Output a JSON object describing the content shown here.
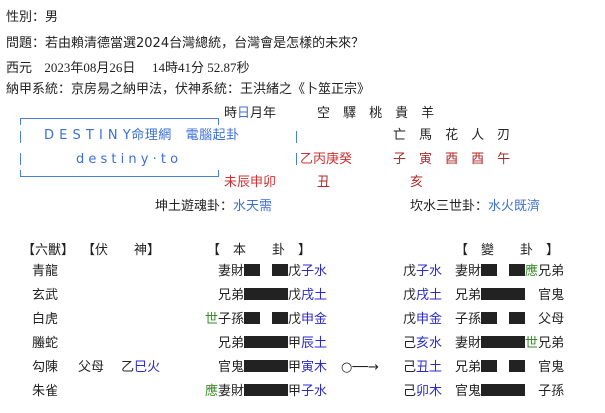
{
  "header": {
    "gender_label": "性別：",
    "gender_value": "男",
    "question_label": "問題：",
    "question_value": "若由賴清德當選2024台灣總統，台灣會是怎樣的未來？",
    "date_label": "西元",
    "date_value": "2023年08月26日",
    "time_value": "14時41分 52.87秒",
    "system_label": "納甲系統：",
    "system_value": "京房易之納甲法，伏神系統：王洪緒之《卜筮正宗》"
  },
  "logo": {
    "line1_en": "D E S T I N Y",
    "line1_cn": "命理網",
    "line1_tag": "電腦起卦",
    "line2": "d e s t i n y · t o"
  },
  "pillars": {
    "header_pre": "時",
    "header_day": "日",
    "header_post": "月年",
    "stems": "乙丙庚癸",
    "branches": "未辰申卯"
  },
  "shensha": {
    "top": [
      "空",
      "驛",
      "桃",
      "貴",
      "羊"
    ],
    "second": [
      "亡",
      "馬",
      "花",
      "人",
      "刃"
    ],
    "values": [
      "子",
      "寅",
      "酉",
      "酉",
      "午"
    ],
    "kong_row1": "丑",
    "yima_row2": "亥"
  },
  "gua": {
    "ben_label": "坤土遊魂卦：",
    "ben_name": "水天需",
    "bian_label": "坎水三世卦：",
    "bian_name": "水火既濟"
  },
  "table": {
    "headers": {
      "liushou": "【六獸】",
      "fushen": "【伏　　神】",
      "ben": "【　本　　卦　】",
      "bian": "【　變　　卦　】"
    },
    "rows": [
      {
        "beast": "青龍",
        "fushen_rel": "",
        "fushen_stem": "",
        "fushen_branch": "",
        "mark": "",
        "rel": "妻財",
        "yao": "yin",
        "stem": "戊",
        "branch": "子水",
        "move": "",
        "b_stem": "戊",
        "b_branch": "子水",
        "b_rel": "妻財",
        "b_yao": "yin",
        "b_mark": "應",
        "b_rel2": "兄弟"
      },
      {
        "beast": "玄武",
        "fushen_rel": "",
        "fushen_stem": "",
        "fushen_branch": "",
        "mark": "",
        "rel": "兄弟",
        "yao": "yang",
        "stem": "戊",
        "branch": "戌土",
        "move": "",
        "b_stem": "戊",
        "b_branch": "戌土",
        "b_rel": "兄弟",
        "b_yao": "yang",
        "b_mark": "",
        "b_rel2": "官鬼"
      },
      {
        "beast": "白虎",
        "fushen_rel": "",
        "fushen_stem": "",
        "fushen_branch": "",
        "mark": "世",
        "rel": "子孫",
        "yao": "yin",
        "stem": "戊",
        "branch": "申金",
        "move": "",
        "b_stem": "戊",
        "b_branch": "申金",
        "b_rel": "子孫",
        "b_yao": "yin",
        "b_mark": "",
        "b_rel2": "父母"
      },
      {
        "beast": "螣蛇",
        "fushen_rel": "",
        "fushen_stem": "",
        "fushen_branch": "",
        "mark": "",
        "rel": "兄弟",
        "yao": "yang",
        "stem": "甲",
        "branch": "辰土",
        "move": "",
        "b_stem": "己",
        "b_branch": "亥水",
        "b_rel": "妻財",
        "b_yao": "yang",
        "b_mark": "世",
        "b_rel2": "兄弟"
      },
      {
        "beast": "勾陳",
        "fushen_rel": "父母",
        "fushen_stem": "乙",
        "fushen_branch": "巳火",
        "mark": "",
        "rel": "官鬼",
        "yao": "yang",
        "stem": "甲",
        "branch": "寅木",
        "move": "○──→",
        "b_stem": "己",
        "b_branch": "丑土",
        "b_rel": "兄弟",
        "b_yao": "yin",
        "b_mark": "",
        "b_rel2": "官鬼"
      },
      {
        "beast": "朱雀",
        "fushen_rel": "",
        "fushen_stem": "",
        "fushen_branch": "",
        "mark": "應",
        "rel": "妻財",
        "yao": "yang",
        "stem": "甲",
        "branch": "子水",
        "move": "",
        "b_stem": "己",
        "b_branch": "卯木",
        "b_rel": "官鬼",
        "b_yao": "yang",
        "b_mark": "",
        "b_rel2": "子孫"
      }
    ]
  },
  "colors": {
    "branch_blue": "#2a2ad0",
    "logo_blue": "#3b6fd6",
    "pillar_red": "#d03030",
    "shensha_red": "#b02a2a",
    "mark_green": "#3a8a2a"
  }
}
